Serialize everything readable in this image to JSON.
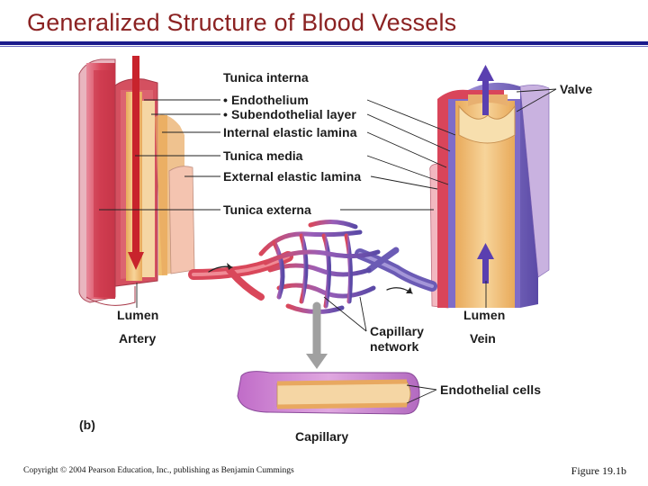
{
  "title": "Generalized Structure of Blood Vessels",
  "labels": {
    "tunica_interna": "Tunica interna",
    "endothelium": "• Endothelium",
    "subendothelial": "• Subendothelial layer",
    "internal_elastic": "Internal elastic lamina",
    "tunica_media": "Tunica media",
    "external_elastic": "External elastic lamina",
    "tunica_externa": "Tunica externa",
    "valve": "Valve",
    "lumen_artery": "Lumen",
    "artery": "Artery",
    "lumen_vein": "Lumen",
    "vein": "Vein",
    "capillary_network_line1": "Capillary",
    "capillary_network_line2": "network",
    "endothelial_cells": "Endothelial cells",
    "panel": "(b)",
    "capillary": "Capillary"
  },
  "footer": {
    "copyright": "Copyright © 2004 Pearson Education, Inc., publishing as Benjamin Cummings",
    "figure": "Figure 19.1b"
  },
  "colors": {
    "title": "#8b2222",
    "rule": "#1a1a8c",
    "artery_wall": "#d9475a",
    "vein_wall": "#6b5bb5",
    "lumen": "#f4c27a",
    "arrow_red": "#c8232c",
    "arrow_blue": "#5a3fb0"
  }
}
